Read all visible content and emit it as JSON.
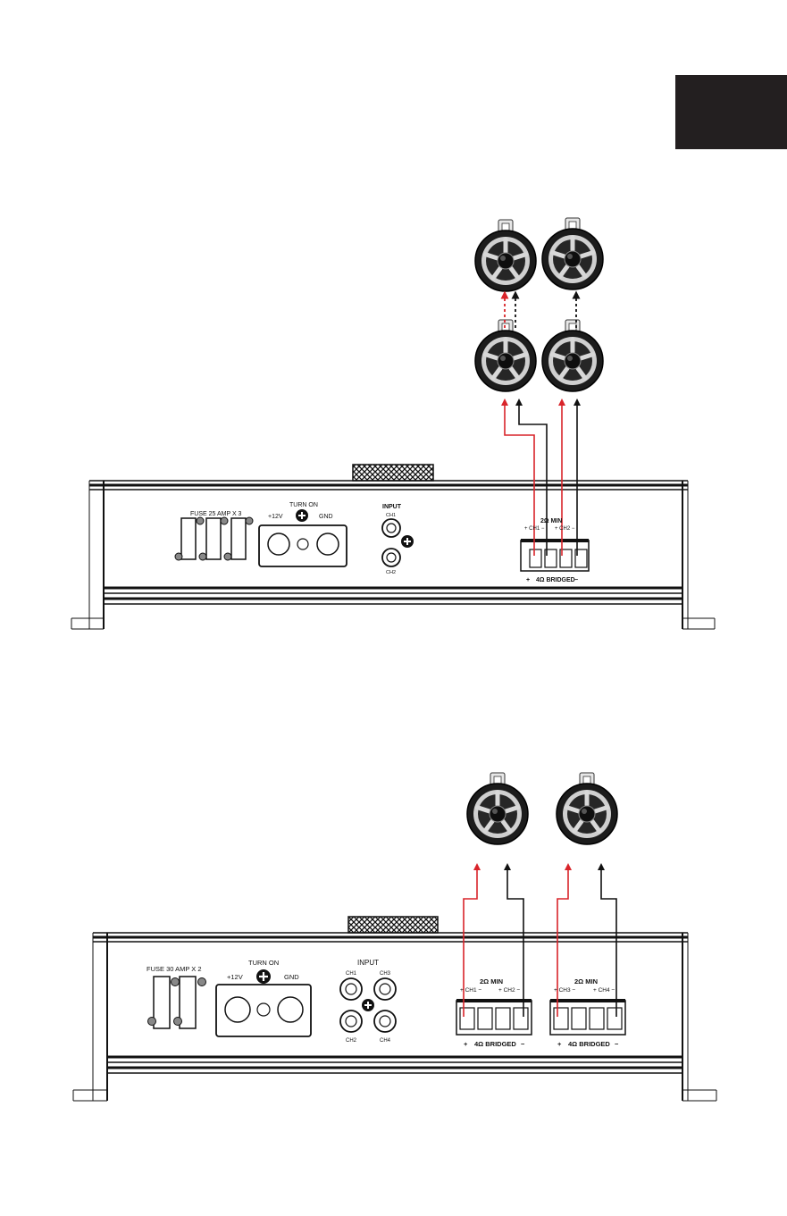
{
  "colors": {
    "ink": "#111111",
    "positive_wire": "#d9242a",
    "negative_wire": "#111111",
    "tab": "#231f20",
    "speaker_dark": "#2a2a2a"
  },
  "diagram1": {
    "fuse_label": "FUSE 25 AMP X 3",
    "turn_on_label": "TURN ON",
    "plus12v_label": "+12V",
    "gnd_label": "GND",
    "input_label": "INPUT",
    "input_ch1": "CH1",
    "input_ch2": "CH2",
    "min_label": "2Ω MIN",
    "ch1_label": "+ CH1 −",
    "ch2_label": "+ CH2 −",
    "bridged_plus": "+",
    "bridged_label": "4Ω BRIDGED",
    "bridged_minus": "−"
  },
  "diagram2": {
    "fuse_label": "FUSE 30 AMP X 2",
    "turn_on_label": "TURN ON",
    "plus12v_label": "+12V",
    "gnd_label": "GND",
    "input_label": "INPUT",
    "input_ch1": "CH1",
    "input_ch2": "CH2",
    "input_ch3": "CH3",
    "input_ch4": "CH4",
    "min_label_a": "2Ω MIN",
    "ch1_label": "+ CH1 −",
    "ch2_label": "+ CH2 −",
    "bridged_plus_a": "+",
    "bridged_label_a": "4Ω BRIDGED",
    "bridged_minus_a": "−",
    "min_label_b": "2Ω MIN",
    "ch3_label": "+ CH3 −",
    "ch4_label": "+ CH4 −",
    "bridged_plus_b": "+",
    "bridged_label_b": "4Ω BRIDGED",
    "bridged_minus_b": "−"
  }
}
